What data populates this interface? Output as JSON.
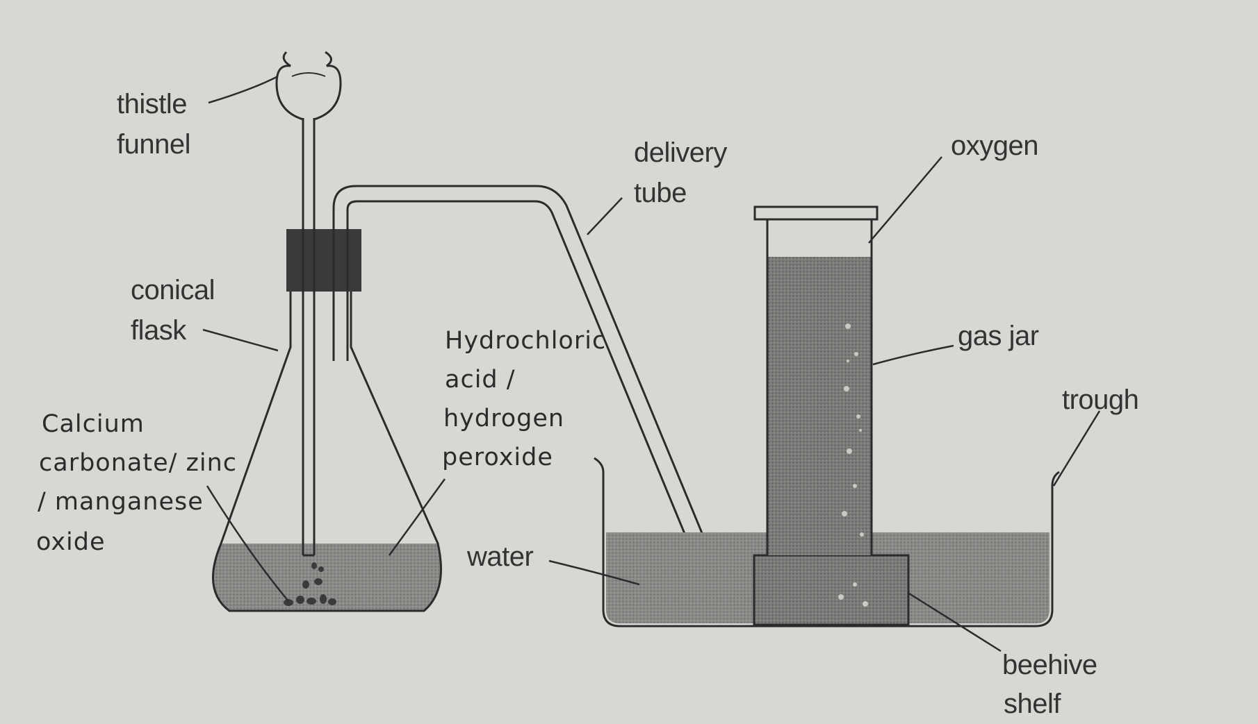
{
  "labels": {
    "thistle_funnel": [
      "thistle",
      "funnel"
    ],
    "conical_flask": [
      "conical",
      "flask"
    ],
    "reactant": [
      "Calcium",
      "carbonate/ zinc",
      "/ manganese",
      "oxide"
    ],
    "acid": [
      "Hydrochloric",
      "acid /",
      "hydrogen",
      "peroxide"
    ],
    "delivery_tube": [
      "delivery",
      "tube"
    ],
    "oxygen": "oxygen",
    "gas_jar": "gas jar",
    "trough": "trough",
    "water": "water",
    "beehive_shelf": [
      "beehive",
      "shelf"
    ]
  }
}
